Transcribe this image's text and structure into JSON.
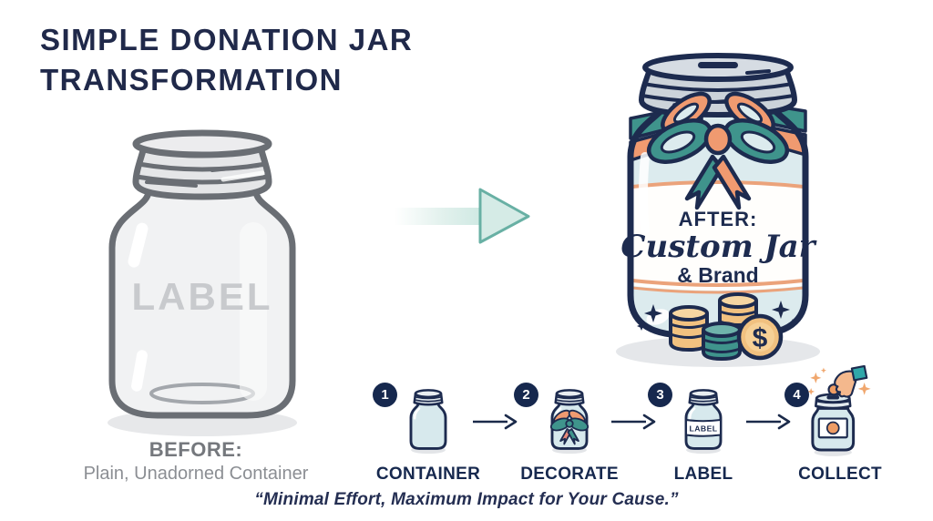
{
  "title": {
    "line1": "SIMPLE DONATION JAR",
    "line2": "TRANSFORMATION"
  },
  "before": {
    "jar_watermark": "LABEL",
    "heading": "BEFORE:",
    "subheading": "Plain, Unadorned Container"
  },
  "after": {
    "heading": "AFTER:",
    "brand_line1": "Custom Jar",
    "brand_line2": "& Brand",
    "coin_symbol": "$"
  },
  "steps": [
    {
      "number": "1",
      "label": "CONTAINER"
    },
    {
      "number": "2",
      "label": "DECORATE"
    },
    {
      "number": "3",
      "label": "LABEL",
      "jar_label": "LABEL"
    },
    {
      "number": "4",
      "label": "COLLECT"
    }
  ],
  "quote": "“Minimal Effort, Maximum Impact for Your Cause.”",
  "icons": {
    "transformation_arrow": "right-arrow",
    "step_arrow": "right-arrow"
  },
  "colors": {
    "navy": "#1d2b4f",
    "teal": "#3f948c",
    "coral": "#f09a70",
    "glass_blue": "#dcebee",
    "gold": "#f1c180",
    "gray_outline": "#6a6e74"
  }
}
